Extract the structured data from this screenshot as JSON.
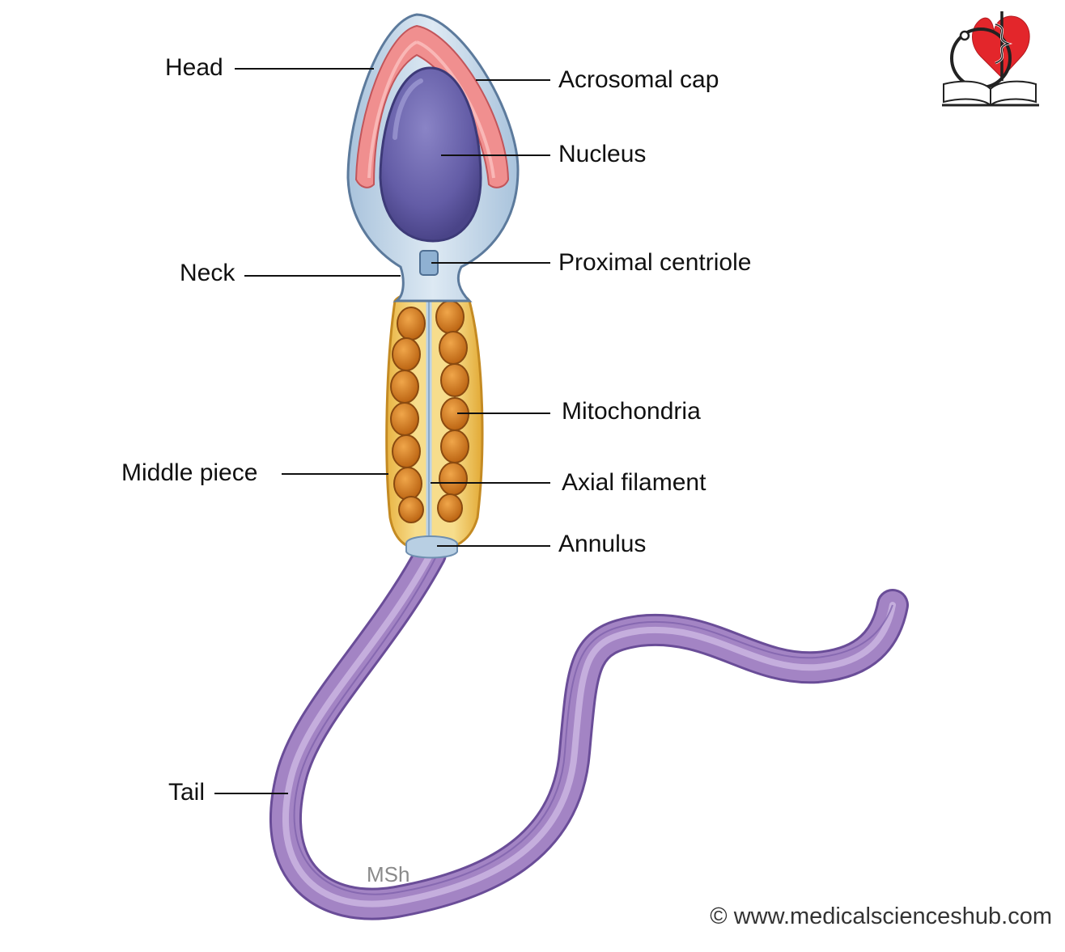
{
  "labels": {
    "head": "Head",
    "acrosomal_cap": "Acrosomal cap",
    "nucleus": "Nucleus",
    "neck": "Neck",
    "proximal_centriole": "Proximal centriole",
    "mitochondria": "Mitochondria",
    "middle_piece": "Middle piece",
    "axial_filament": "Axial filament",
    "annulus": "Annulus",
    "tail": "Tail"
  },
  "signature": "MSh",
  "copyright": "© www.medicalscienceshub.com",
  "colors": {
    "head_membrane": "#c9dbea",
    "acrosome": "#f08f8f",
    "nucleus": "#6f68b0",
    "middle_piece": "#f3cf6a",
    "mitochondria": "#d7801f",
    "tail": "#a384c4",
    "logo_heart": "#e3262b"
  },
  "icons": [
    "medical-logo-icon"
  ]
}
